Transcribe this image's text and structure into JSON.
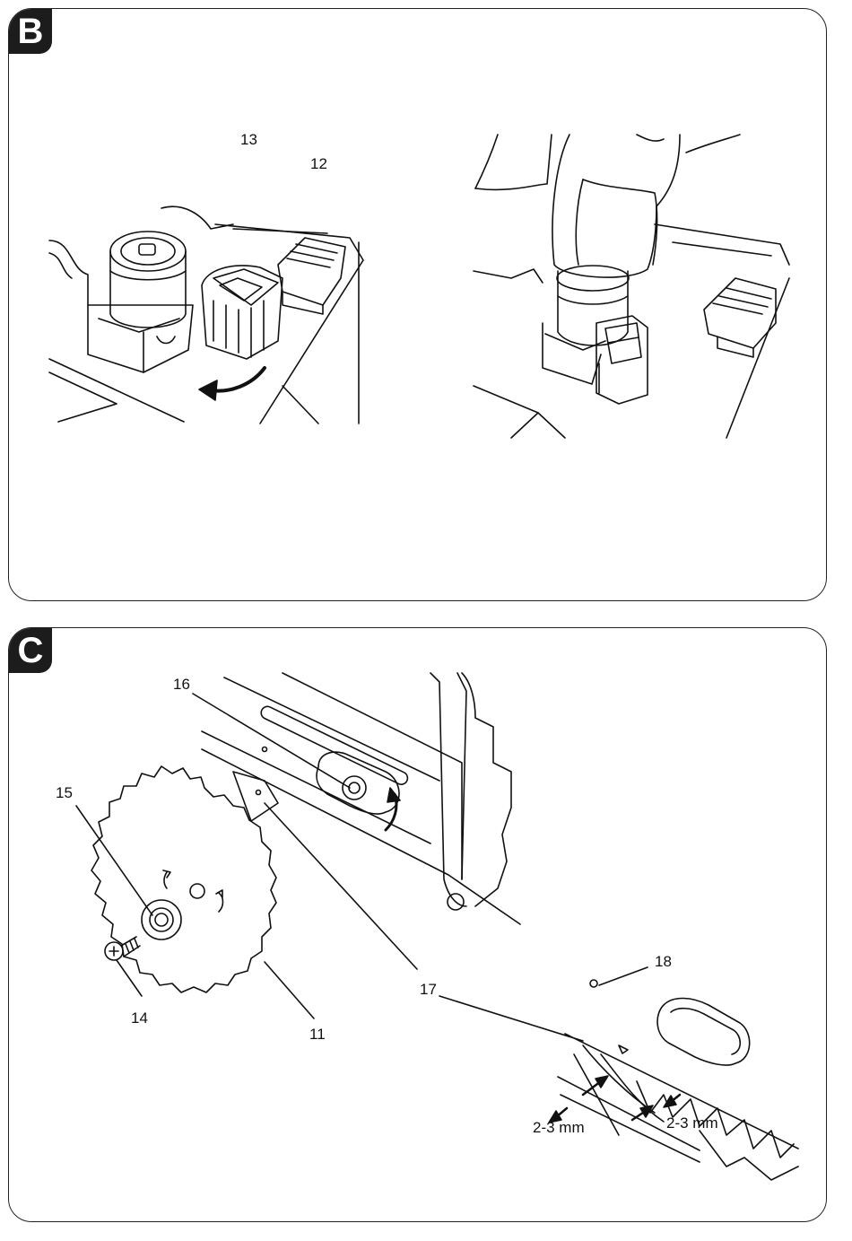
{
  "panel_b": {
    "letter": "B",
    "labels": {
      "switch": "13",
      "pedal": "12"
    }
  },
  "panel_c": {
    "letter": "C",
    "labels": {
      "arbor_bolt": "16",
      "flange": "15",
      "bolt": "14",
      "blade": "11",
      "riving_knife": "17",
      "screw": "18",
      "gap_left": "2-3 mm",
      "gap_right": "2-3 mm"
    }
  }
}
